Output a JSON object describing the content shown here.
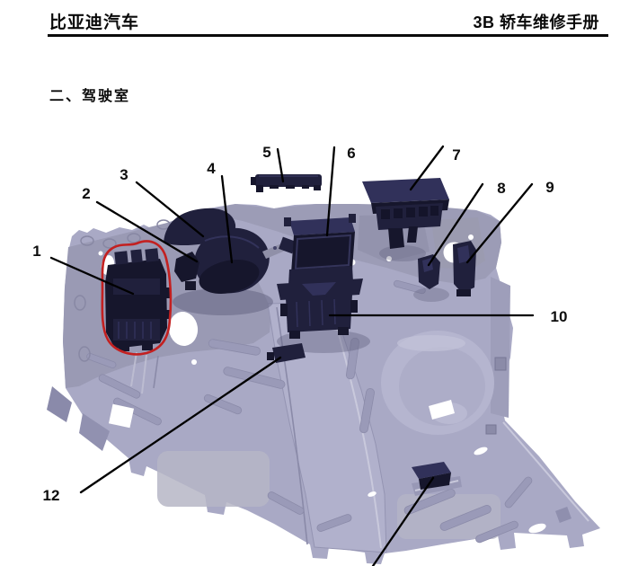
{
  "header": {
    "product": "比亚迪汽车",
    "manual": "3B 轿车维修手册"
  },
  "section": {
    "title": "二、驾驶室"
  },
  "diagram": {
    "callouts": [
      {
        "label": "1"
      },
      {
        "label": "2"
      },
      {
        "label": "3"
      },
      {
        "label": "4"
      },
      {
        "label": "5"
      },
      {
        "label": "6"
      },
      {
        "label": "7"
      },
      {
        "label": "8"
      },
      {
        "label": "9"
      },
      {
        "label": "10"
      },
      {
        "label": "12"
      }
    ],
    "colors": {
      "body": "#a9a9c5",
      "body_shadow": "#9a9ab4",
      "component": "#20203c",
      "highlight_circle": "#c32020",
      "leader_line": "#000000"
    }
  }
}
